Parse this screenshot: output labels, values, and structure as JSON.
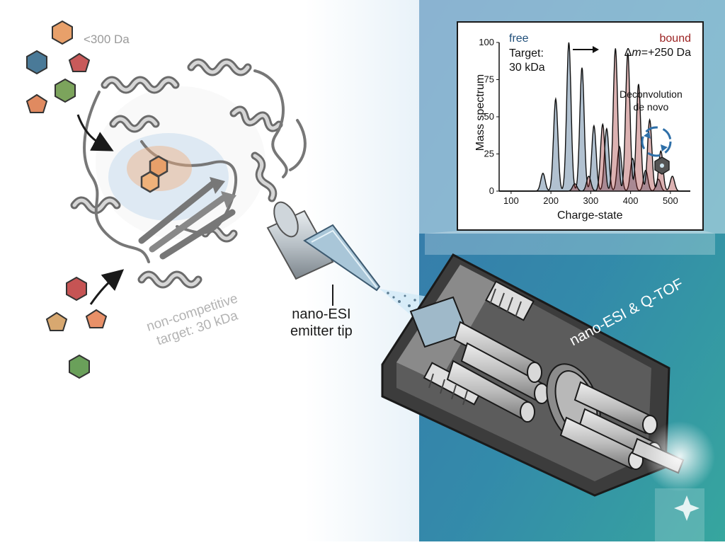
{
  "diagram": {
    "ligand_size_label": "<300 Da",
    "target_label_line1": "non-competitive",
    "target_label_line2": "target: 30 kDa",
    "emitter_label_line1": "nano-ESI",
    "emitter_label_line2": "emitter tip",
    "instrument_label": "nano-ESI & Q-TOF",
    "ligand_colors": [
      "#e8a06a",
      "#4a7a98",
      "#c85a5a",
      "#7ca45c",
      "#e08a60",
      "#c65454",
      "#d8a870",
      "#e89068",
      "#6aa05a"
    ]
  },
  "inset": {
    "legend_free": "free",
    "legend_bound": "bound",
    "target_line1": "Target:",
    "target_line2": "30 kDa",
    "shift_prefix": "Δ",
    "shift_var": "m",
    "shift_suffix": "=+250 Da",
    "deconv_line1": "Deconvolution",
    "deconv_line2": "de novo",
    "colors": {
      "free": "#1f4e79",
      "bound": "#9b2222"
    }
  },
  "chart_data": {
    "type": "line",
    "xlabel": "Charge-state",
    "ylabel": "Mass spectrum",
    "xlim": [
      70,
      550
    ],
    "ylim": [
      0,
      100
    ],
    "x_ticks": [
      100,
      200,
      300,
      400,
      500
    ],
    "y_ticks": [
      0,
      25,
      50,
      75,
      100
    ],
    "series": [
      {
        "name": "free",
        "peaks_x": [
          180,
          212,
          245,
          278,
          308,
          340,
          372,
          405,
          438,
          470
        ],
        "peaks_y": [
          12,
          62,
          100,
          83,
          44,
          42,
          30,
          22,
          14,
          8
        ]
      },
      {
        "name": "bound",
        "peaks_x": [
          260,
          295,
          330,
          362,
          393,
          420,
          448,
          476,
          505
        ],
        "peaks_y": [
          5,
          10,
          45,
          96,
          93,
          72,
          48,
          27,
          10
        ]
      }
    ]
  }
}
